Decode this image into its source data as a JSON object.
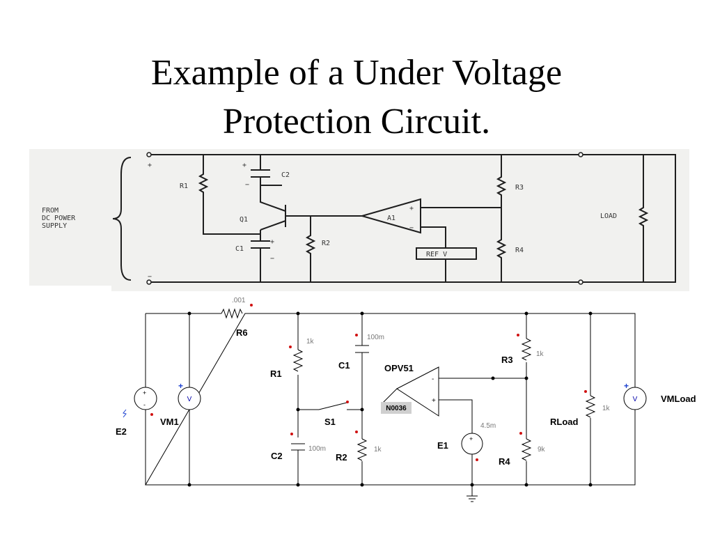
{
  "title": {
    "line1": "Example of a Under Voltage",
    "line2": "Protection Circuit."
  },
  "scan": {
    "supply_label_1": "FROM",
    "supply_label_2": "DC POWER",
    "supply_label_3": "SUPPLY",
    "plus": "+",
    "minus": "−",
    "r1": "R1",
    "c2": "C2",
    "c2_plus": "+",
    "c2_minus": "−",
    "q1": "Q1",
    "c1": "C1",
    "c1_plus": "+",
    "c1_minus": "−",
    "r2": "R2",
    "a1": "A1",
    "amp_plus": "+",
    "amp_minus": "−",
    "ref": "REF V",
    "r3": "R3",
    "r4": "R4",
    "load": "LOAD"
  },
  "schematic": {
    "r6": {
      "value": ".001",
      "name": "R6"
    },
    "r1": {
      "value": "1k",
      "name": "R1"
    },
    "c1": {
      "value": "100m",
      "name": "C1"
    },
    "opamp": {
      "name": "OPV51",
      "minus": "-",
      "plus": "+"
    },
    "r3": {
      "value": "1k",
      "name": "R3"
    },
    "e2": {
      "name": "E2",
      "plus": "+",
      "minus": "-"
    },
    "vm1": {
      "name": "VM1",
      "glyph": "V",
      "plus": "+"
    },
    "node": "N0036",
    "s1": {
      "name": "S1"
    },
    "e1": {
      "value": "4.5m",
      "name": "E1",
      "plus": "+"
    },
    "rload": {
      "value": "1k",
      "name": "RLoad"
    },
    "vmload": {
      "name": "VMLoad",
      "glyph": "V",
      "plus": "+"
    },
    "c2": {
      "value": "100m",
      "name": "C2"
    },
    "r2": {
      "value": "1k",
      "name": "R2"
    },
    "r4": {
      "value": "9k",
      "name": "R4"
    }
  }
}
